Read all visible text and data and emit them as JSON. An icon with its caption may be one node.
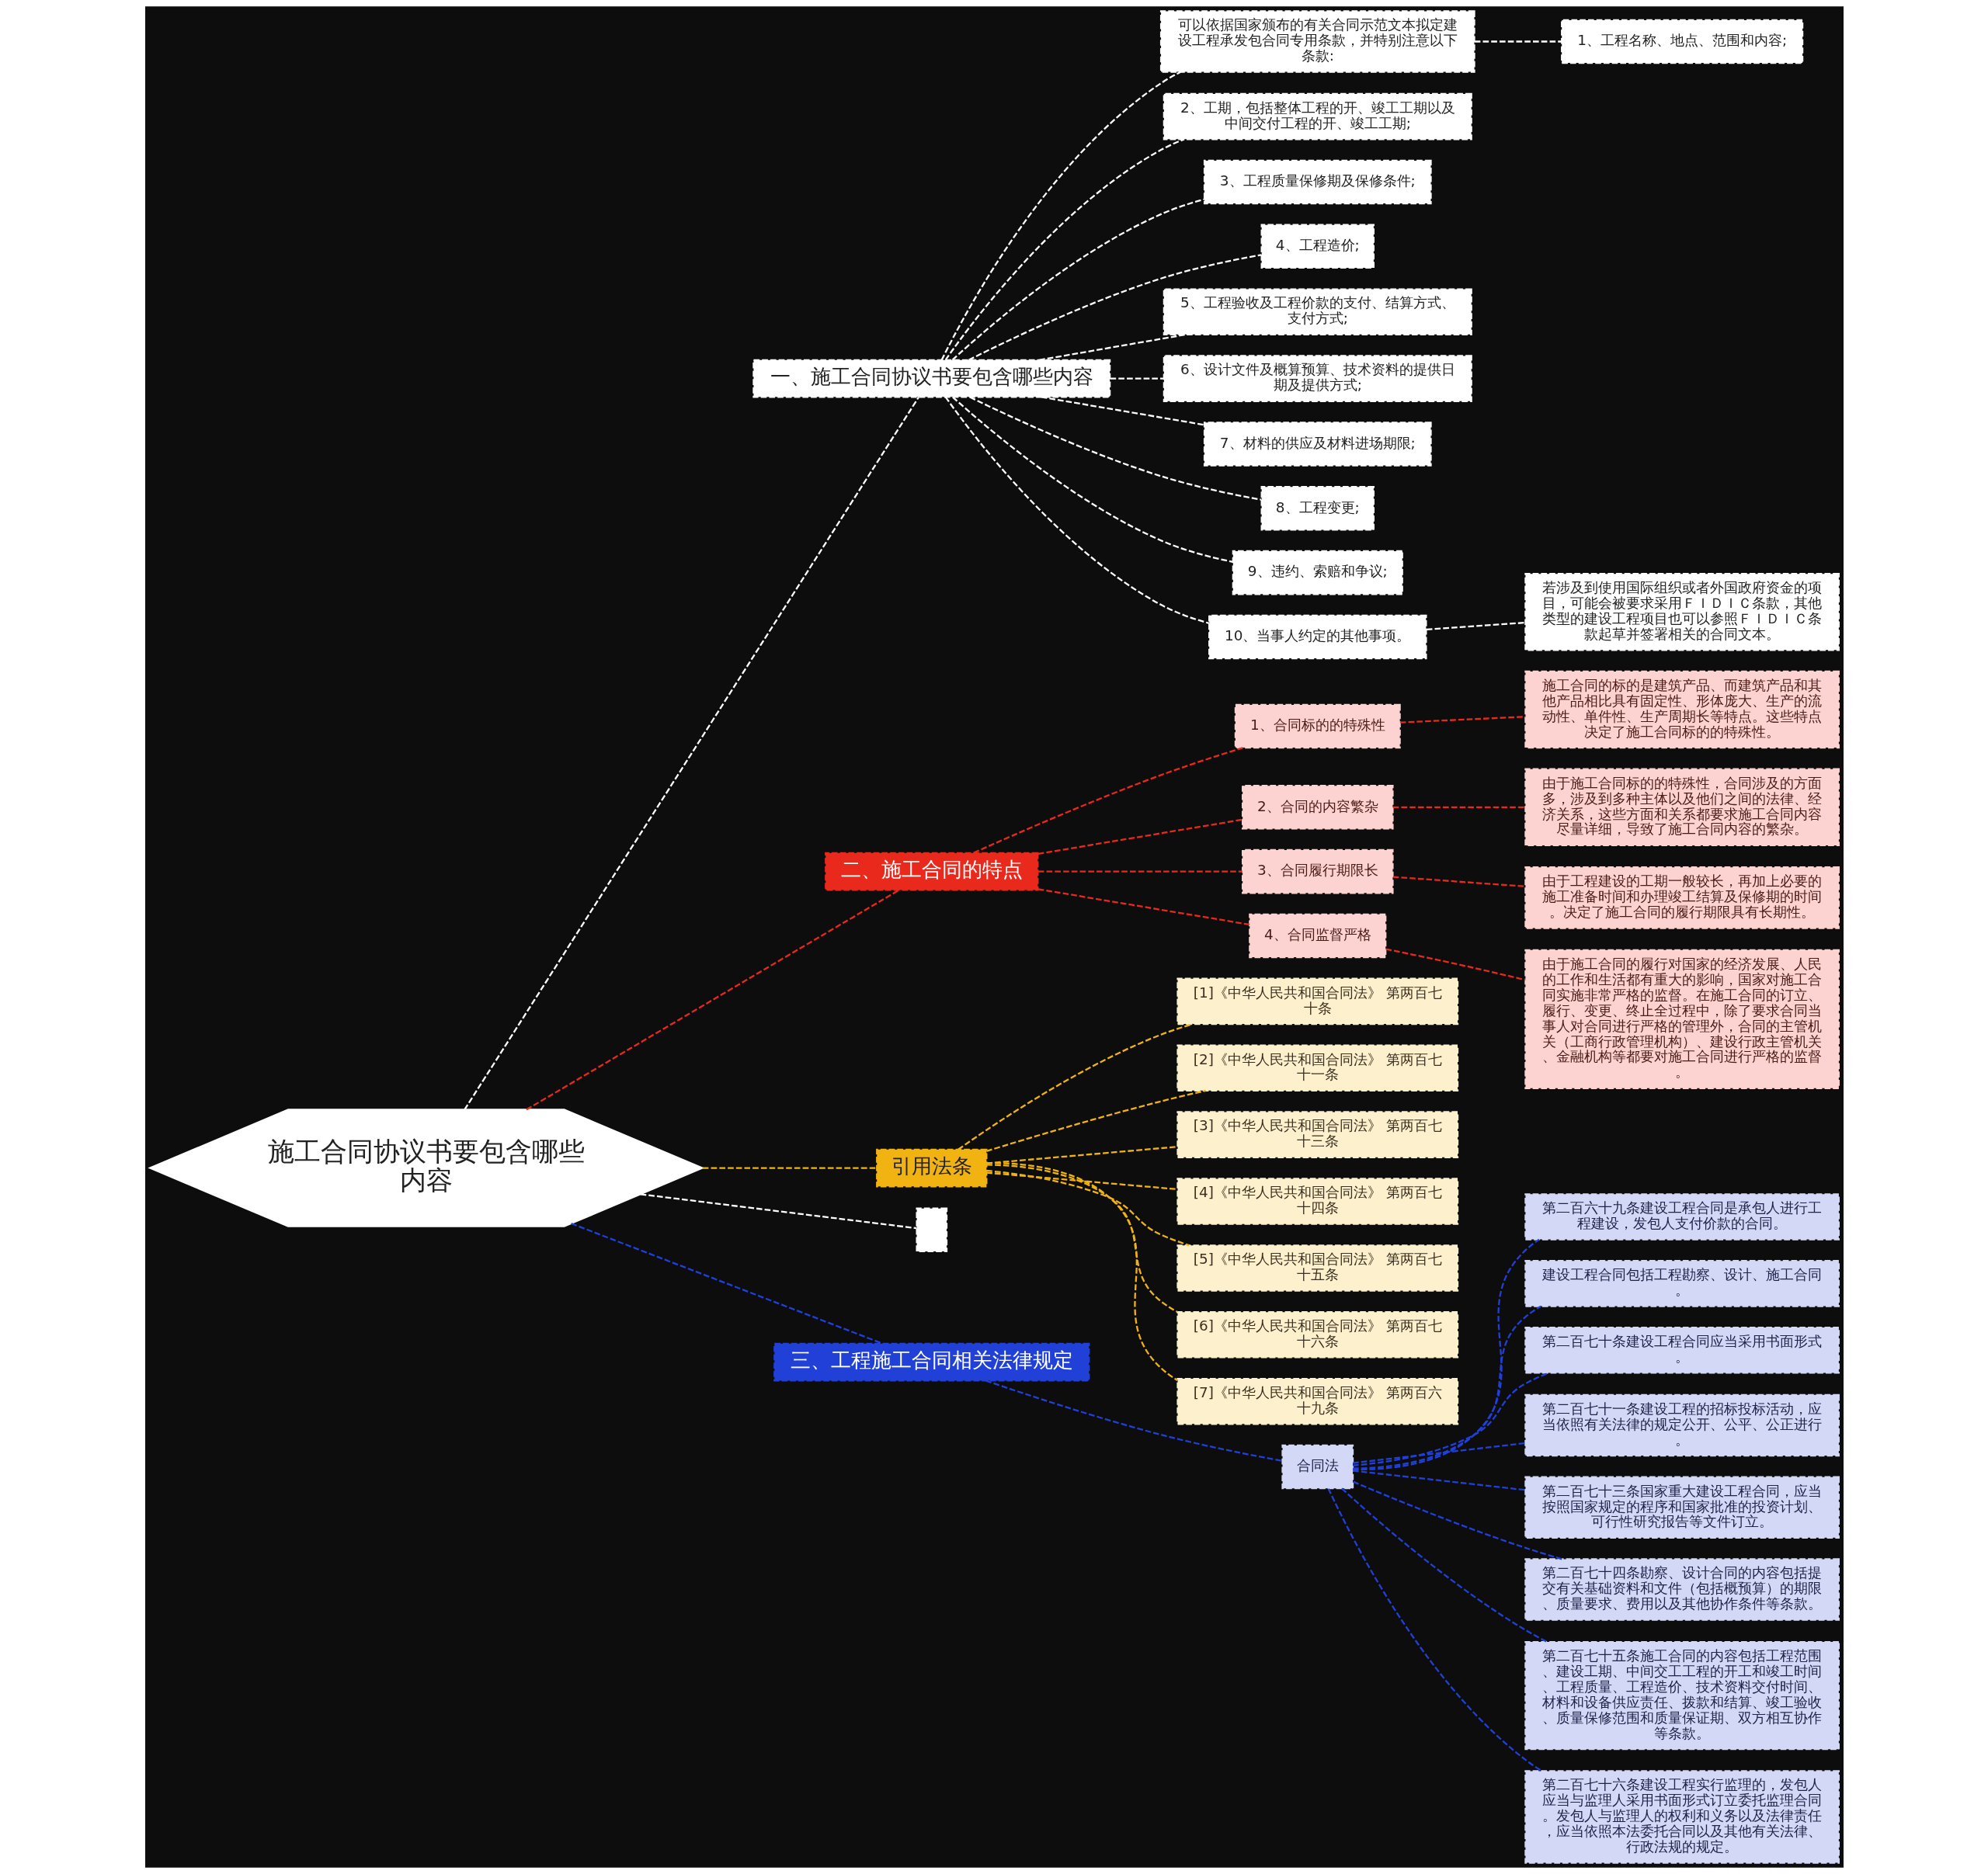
{
  "diagram": {
    "nodes": [
      {
        "text": [
          "施工合同协议书要包含哪些内容"
        ]
      },
      {
        "text": [
          "一、施工合同协议书要包含哪些内容"
        ]
      },
      {
        "text": [
          "可以依据国家颁布的有关合同示范文本拟定建设工程承发包合同专用条款，并特别注意以下条款:"
        ]
      },
      {
        "text": [
          "1、工程名称、地点、范围和内容;"
        ]
      },
      {
        "text": [
          "2、工期，包括整体工程的开、竣工工期以及中间交付工程的开、竣工工期;"
        ]
      },
      {
        "text": [
          "3、工程质量保修期及保修条件;"
        ]
      },
      {
        "text": [
          "4、工程造价;"
        ]
      },
      {
        "text": [
          "5、工程验收及工程价款的支付、结算方式、支付方式;"
        ]
      },
      {
        "text": [
          "6、设计文件及概算预算、技术资料的提供日期及提供方式;"
        ]
      },
      {
        "text": [
          "7、材料的供应及材料进场期限;"
        ]
      },
      {
        "text": [
          "8、工程变更;"
        ]
      },
      {
        "text": [
          "9、违约、索赔和争议;"
        ]
      },
      {
        "text": [
          "10、当事人约定的其他事项。"
        ]
      },
      {
        "text": [
          "若涉及到使用国际组织或者外国政府资金的项目，可能会被要求采用ＦＩＤＩＣ条款，其他类型的建设工程项目也可以参照ＦＩＤＩＣ条款起草并签署相关的合同文本。"
        ]
      },
      {
        "text": [
          "二、施工合同的特点"
        ]
      },
      {
        "text": [
          "1、合同标的的特殊性"
        ]
      },
      {
        "text": [
          "施工合同的标的是建筑产品、而建筑产品和其他产品相比具有固定性、形体庞大、生产的流动性、单件性、生产周期长等特点。这些特点决定了施工合同标的的特殊性。"
        ]
      },
      {
        "text": [
          "2、合同的内容繁杂"
        ]
      },
      {
        "text": [
          "由于施工合同标的的特殊性，合同涉及的方面多，涉及到多种主体以及他们之间的法律、经济关系，这些方面和关系都要求施工合同内容尽量详细，导致了施工合同内容的繁杂。"
        ]
      },
      {
        "text": [
          "3、合同履行期限长"
        ]
      },
      {
        "text": [
          "由于工程建设的工期一般较长，再加上必要的施工准备时间和办理竣工结算及保修期的时间。决定了施工合同的履行期限具有长期性。"
        ]
      },
      {
        "text": [
          "4、合同监督严格"
        ]
      },
      {
        "text": [
          "由于施工合同的履行对国家的经济发展、人民的工作和生活都有重大的影响，国家对施工合同实施非常严格的监督。在施工合同的订立、履行、变更、终止全过程中，除了要求合同当事人对合同进行严格的管理外，合同的主管机关（工商行政管理机构）、建设行政主管机关、金融机构等都要对施工合同进行严格的监督。"
        ]
      },
      {
        "text": [
          "引用法条"
        ]
      },
      {
        "text": [
          "[1]《中华人民共和国合同法》 第两百七十条"
        ]
      },
      {
        "text": [
          "[2]《中华人民共和国合同法》 第两百七十一条"
        ]
      },
      {
        "text": [
          "[3]《中华人民共和国合同法》 第两百七十三条"
        ]
      },
      {
        "text": [
          "[4]《中华人民共和国合同法》 第两百七十四条"
        ]
      },
      {
        "text": [
          "[5]《中华人民共和国合同法》 第两百七十五条"
        ]
      },
      {
        "text": [
          "[6]《中华人民共和国合同法》 第两百七十六条"
        ]
      },
      {
        "text": [
          "[7]《中华人民共和国合同法》 第两百六十九条"
        ]
      },
      {
        "text": [],
        "shape": "box"
      },
      {
        "text": [
          "三、工程施工合同相关法律规定"
        ]
      },
      {
        "text": [
          "合同法"
        ]
      },
      {
        "text": [
          "第二百六十九条建设工程合同是承包人进行工程建设，发包人支付价款的合同。"
        ]
      },
      {
        "text": [
          "建设工程合同包括工程勘察、设计、施工合同。"
        ]
      },
      {
        "text": [
          "第二百七十条建设工程合同应当采用书面形式。"
        ]
      },
      {
        "text": [
          "第二百七十一条建设工程的招标投标活动，应当依照有关法律的规定公开、公平、公正进行。"
        ]
      },
      {
        "text": [
          "第二百七十三条国家重大建设工程合同，应当按照国家规定的程序和国家批准的投资计划、可行性研究报告等文件订立。"
        ]
      },
      {
        "text": [
          "第二百七十四条勘察、设计合同的内容包括提交有关基础资料和文件（包括概预算）的期限、质量要求、费用以及其他协作条件等条款。"
        ]
      },
      {
        "text": [
          "第二百七十五条施工合同的内容包括工程范围、建设工期、中间交工工程的开工和竣工时间、工程质量、工程造价、技术资料交付时间、材料和设备供应责任、拨款和结算、竣工验收、质量保修范围和质量保证期、双方相互协作等条款。"
        ]
      },
      {
        "text": [
          "第二百七十六条建设工程实行监理的，发包人应当与监理人采用书面形式订立委托监理合同。发包人与监理人的权利和义务以及法律责任，应当依照本法委托合同以及其他有关法律、行政法规的规定。"
        ]
      }
    ],
    "edges": [
      {
        "from": 0,
        "to": 1,
        "arrow": "none"
      },
      {
        "from": 1,
        "to": 2,
        "arrow": "none"
      },
      {
        "from": 2,
        "to": 3,
        "arrow": "none"
      },
      {
        "from": 1,
        "to": 4,
        "arrow": "none"
      },
      {
        "from": 1,
        "to": 5,
        "arrow": "none"
      },
      {
        "from": 1,
        "to": 6,
        "arrow": "none"
      },
      {
        "from": 1,
        "to": 7,
        "arrow": "none"
      },
      {
        "from": 1,
        "to": 8,
        "arrow": "none"
      },
      {
        "from": 1,
        "to": 9,
        "arrow": "none"
      },
      {
        "from": 1,
        "to": 10,
        "arrow": "none"
      },
      {
        "from": 1,
        "to": 11,
        "arrow": "none"
      },
      {
        "from": 1,
        "to": 12,
        "arrow": "none"
      },
      {
        "from": 12,
        "to": 13,
        "arrow": "none"
      },
      {
        "from": 0,
        "to": 14,
        "arrow": "none",
        "color": "#e8291c"
      },
      {
        "from": 14,
        "to": 15,
        "arrow": "none",
        "color": "#e8291c"
      },
      {
        "from": 15,
        "to": 16,
        "arrow": "none",
        "color": "#e8291c"
      },
      {
        "from": 14,
        "to": 17,
        "arrow": "none",
        "color": "#e8291c"
      },
      {
        "from": 17,
        "to": 18,
        "arrow": "none",
        "color": "#e8291c"
      },
      {
        "from": 14,
        "to": 19,
        "arrow": "none",
        "color": "#e8291c"
      },
      {
        "from": 19,
        "to": 20,
        "arrow": "none",
        "color": "#e8291c"
      },
      {
        "from": 14,
        "to": 21,
        "arrow": "none",
        "color": "#e8291c"
      },
      {
        "from": 21,
        "to": 22,
        "arrow": "none",
        "color": "#e8291c"
      },
      {
        "from": 0,
        "to": 23,
        "arrow": "none",
        "color": "#f0b312"
      },
      {
        "from": 23,
        "to": 24,
        "arrow": "none",
        "color": "#f0b312"
      },
      {
        "from": 23,
        "to": 25,
        "arrow": "none",
        "color": "#f0b312"
      },
      {
        "from": 23,
        "to": 26,
        "arrow": "none",
        "color": "#f0b312"
      },
      {
        "from": 23,
        "to": 27,
        "arrow": "none",
        "color": "#f0b312"
      },
      {
        "from": 23,
        "to": 28,
        "arrow": "none",
        "color": "#f0b312"
      },
      {
        "from": 23,
        "to": 29,
        "arrow": "none",
        "color": "#f0b312"
      },
      {
        "from": 23,
        "to": 30,
        "arrow": "none",
        "color": "#f0b312"
      },
      {
        "from": 0,
        "to": 31,
        "arrow": "none"
      },
      {
        "from": 0,
        "to": 32,
        "arrow": "none",
        "color": "#2040d8"
      },
      {
        "from": 32,
        "to": 33,
        "arrow": "none",
        "color": "#2040d8"
      },
      {
        "from": 33,
        "to": 34,
        "arrow": "none",
        "color": "#2040d8"
      },
      {
        "from": 33,
        "to": 35,
        "arrow": "none",
        "color": "#2040d8"
      },
      {
        "from": 33,
        "to": 36,
        "arrow": "none",
        "color": "#2040d8"
      },
      {
        "from": 33,
        "to": 37,
        "arrow": "none",
        "color": "#2040d8"
      },
      {
        "from": 33,
        "to": 38,
        "arrow": "none",
        "color": "#2040d8"
      },
      {
        "from": 33,
        "to": 39,
        "arrow": "none",
        "color": "#2040d8"
      },
      {
        "from": 33,
        "to": 40,
        "arrow": "none",
        "color": "#2040d8"
      },
      {
        "from": 33,
        "to": 41,
        "arrow": "none",
        "color": "#2040d8"
      }
    ]
  }
}
